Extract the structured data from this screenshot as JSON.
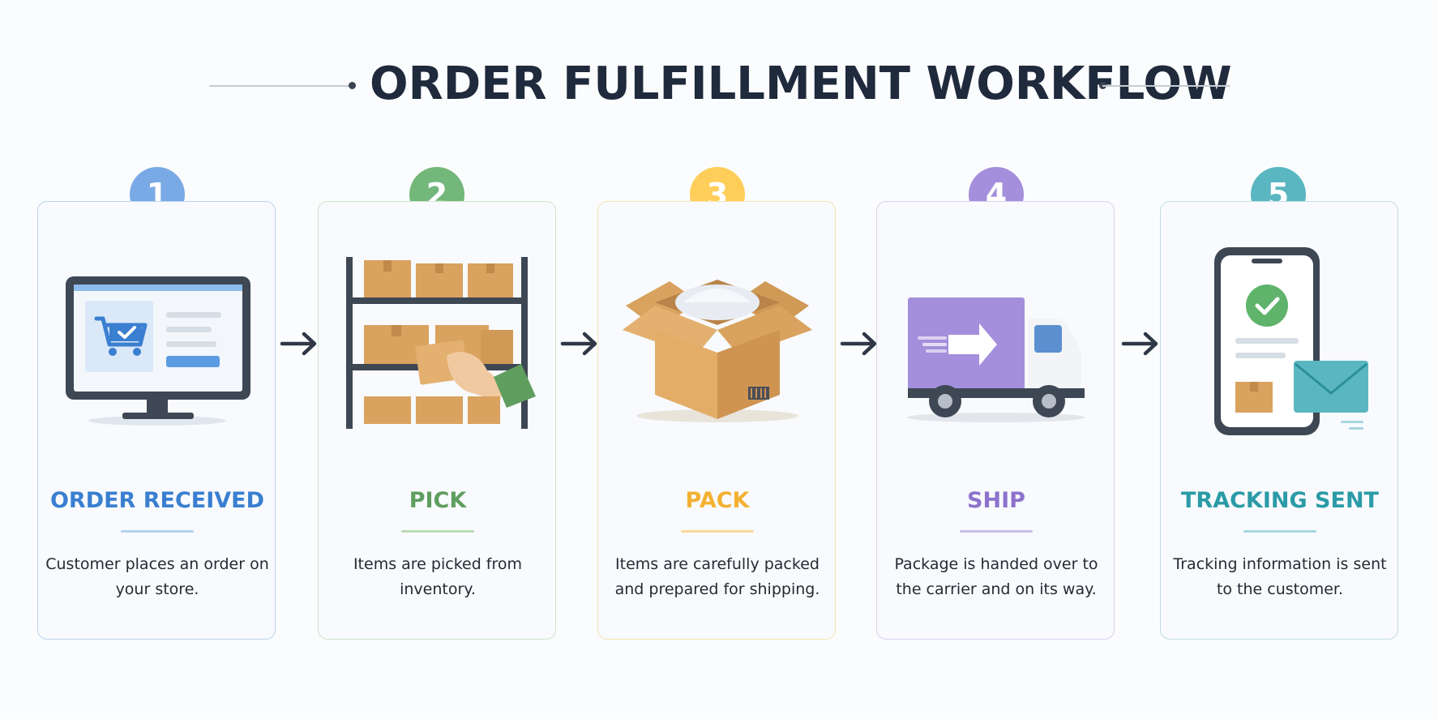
{
  "title": "ORDER FULFILLMENT WORKFLOW",
  "steps": [
    {
      "number": "1",
      "title": "ORDER RECEIVED",
      "description": "Customer places an order on your store.",
      "icon": "computer-cart-icon",
      "color": "#3a7fd0",
      "badge_color": "#7aaae5",
      "border_color": "#b9d4ea",
      "underline_color": "#b2d3ee"
    },
    {
      "number": "2",
      "title": "PICK",
      "description": "Items are picked from inventory.",
      "icon": "warehouse-shelf-icon",
      "color": "#5f9e5f",
      "badge_color": "#74b77a",
      "border_color": "#cfe2cc",
      "underline_color": "#bcdbb8"
    },
    {
      "number": "3",
      "title": "PACK",
      "description": "Items are carefully packed and prepared for shipping.",
      "icon": "open-box-icon",
      "color": "#f3b132",
      "badge_color": "#ffce5a",
      "border_color": "#f5e2b1",
      "underline_color": "#f8d999"
    },
    {
      "number": "4",
      "title": "SHIP",
      "description": "Package is handed over to the carrier and on its way.",
      "icon": "delivery-truck-icon",
      "color": "#8d72cc",
      "badge_color": "#a38fdb",
      "border_color": "#d9d1ec",
      "underline_color": "#c9bde8"
    },
    {
      "number": "5",
      "title": "TRACKING SENT",
      "description": "Tracking information is sent to the customer.",
      "icon": "phone-envelope-icon",
      "color": "#2b9ba7",
      "badge_color": "#5ab6c0",
      "border_color": "#bfdde3",
      "underline_color": "#a8d7de"
    }
  ]
}
